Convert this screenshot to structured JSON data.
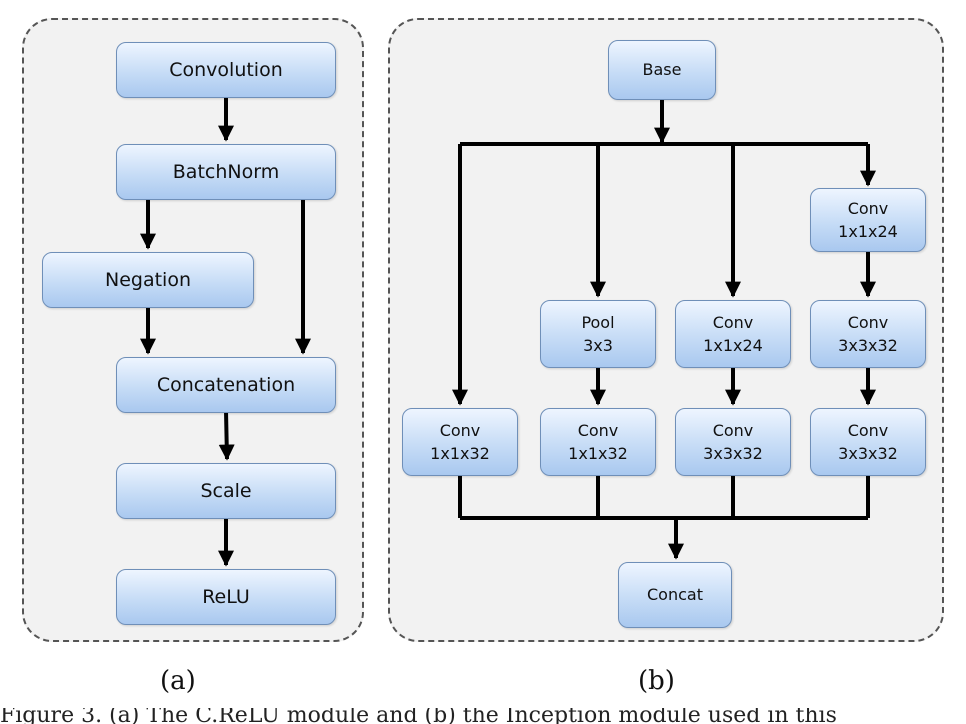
{
  "panel_a": {
    "nodes": {
      "convolution": "Convolution",
      "batchnorm": "BatchNorm",
      "negation": "Negation",
      "concatenation": "Concatenation",
      "scale": "Scale",
      "relu": "ReLU"
    },
    "caption": "(a)"
  },
  "panel_b": {
    "nodes": {
      "base": "Base",
      "pool_line1": "Pool",
      "pool_line2": "3x3",
      "conv_a_line1": "Conv",
      "conv_a_line2": "1x1x24",
      "conv_b_line1": "Conv",
      "conv_b_line2": "1x1x24",
      "conv_c_line1": "Conv",
      "conv_c_line2": "3x3x32",
      "conv_d_line1": "Conv",
      "conv_d_line2": "1x1x32",
      "conv_e_line1": "Conv",
      "conv_e_line2": "1x1x32",
      "conv_f_line1": "Conv",
      "conv_f_line2": "3x3x32",
      "conv_g_line1": "Conv",
      "conv_g_line2": "3x3x32",
      "concat": "Concat"
    },
    "caption": "(b)"
  },
  "footer_text": "Figure 3. (a) The C.ReLU module and (b) the Inception module used in this"
}
